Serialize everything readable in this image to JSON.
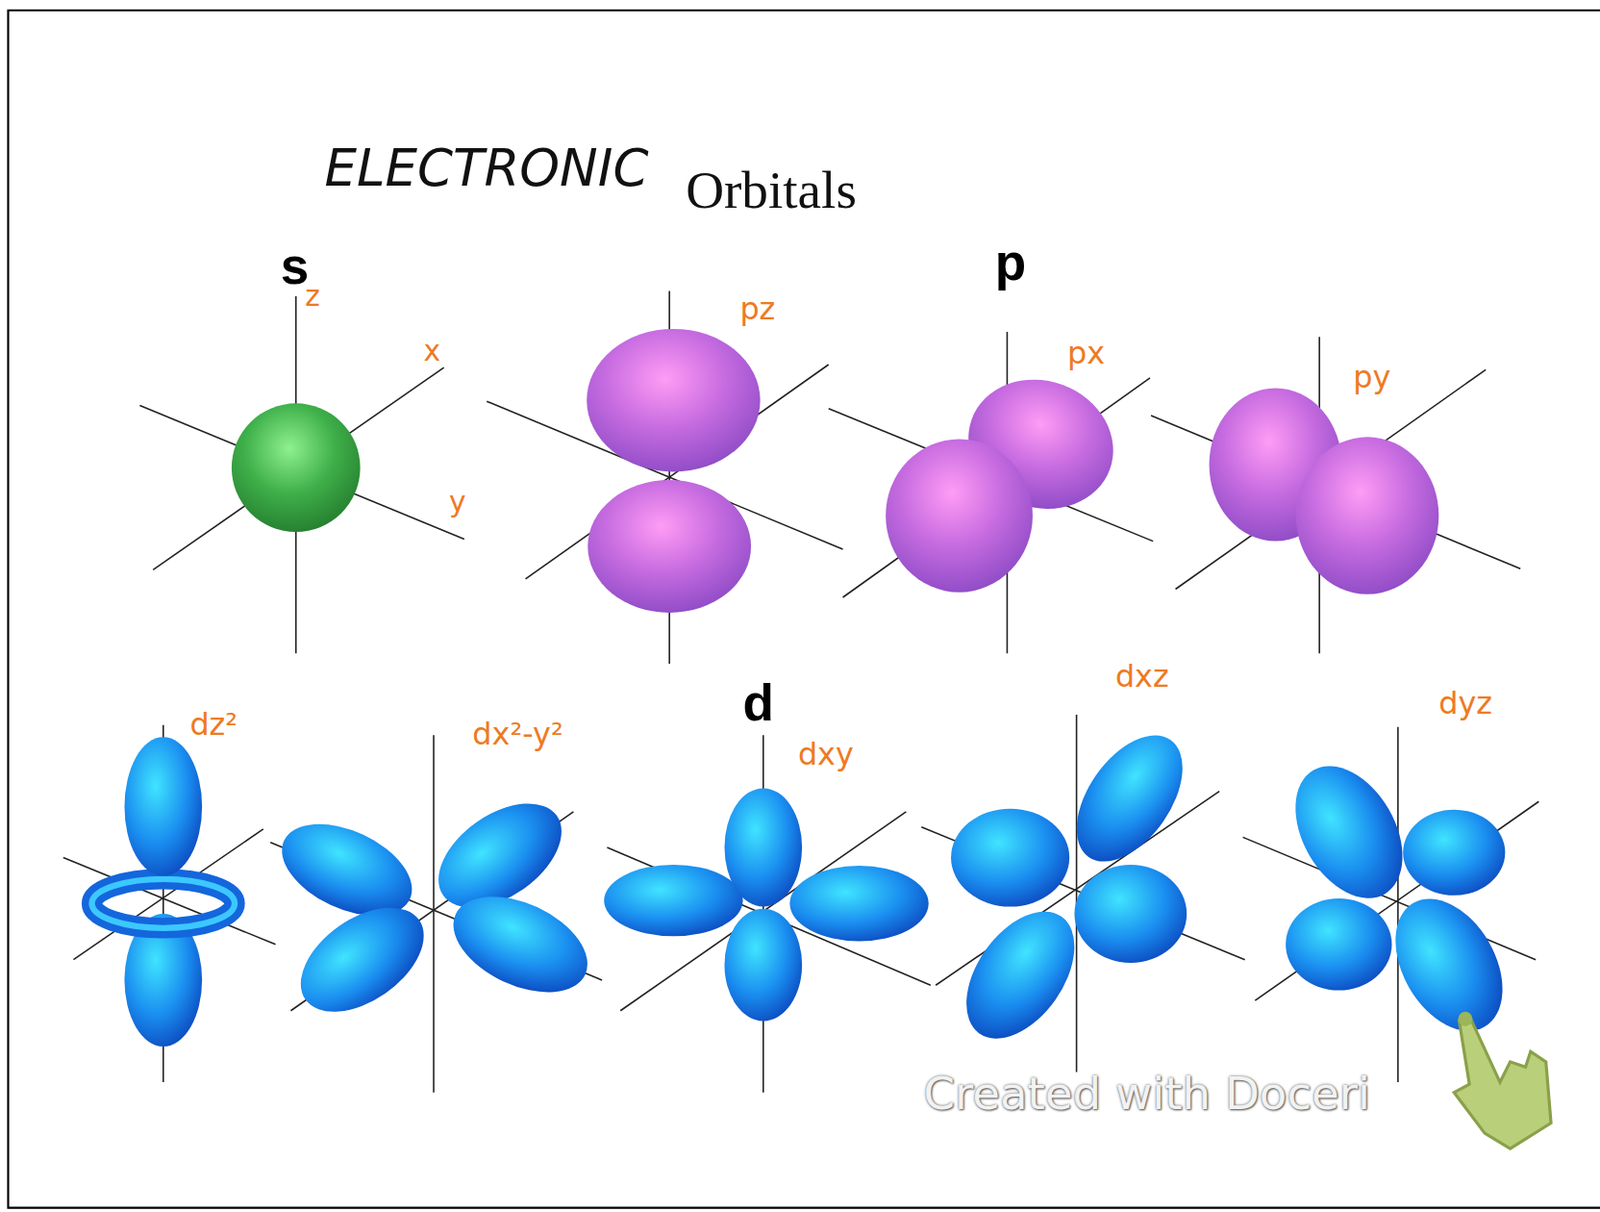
{
  "diagram": {
    "title": "Orbitals",
    "labels": [
      "ELECTRONIC",
      "s",
      "z",
      "x",
      "y",
      "pz",
      "p",
      "px",
      "py",
      "dz²",
      "dx²-y²",
      "d",
      "dxy",
      "dxz",
      "dyz",
      "Created with Doceri"
    ]
  }
}
